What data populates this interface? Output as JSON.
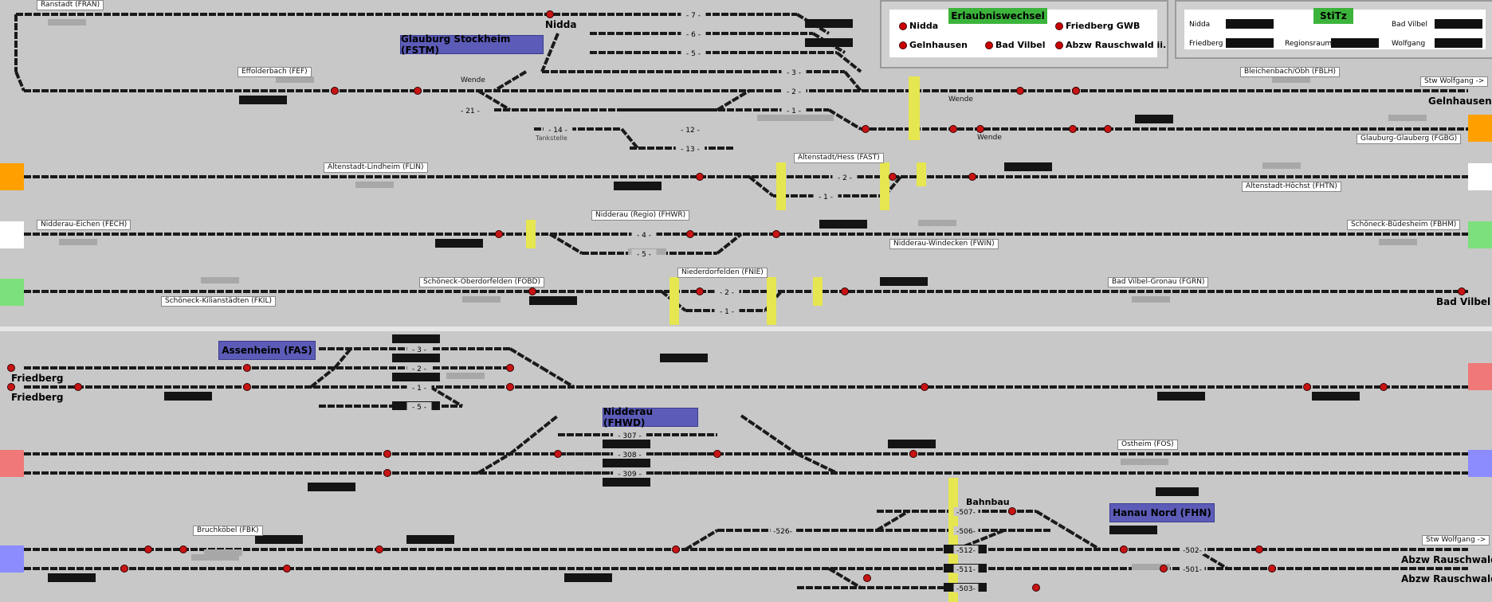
{
  "app": {
    "permission_panel": {
      "title": "Erlaubniswechsel",
      "items": [
        "Nidda",
        "Friedberg GWB",
        "Gelnhausen",
        "Bad Vilbel",
        "Abzw Rauschwald ii."
      ]
    },
    "stitz_panel": {
      "title": "StiTz",
      "items": [
        "Nidda",
        "Bad Vilbel",
        "Friedberg",
        "Regionsraum",
        "Wolfgang"
      ]
    }
  },
  "stations": {
    "upper": [
      {
        "name": "Ranstadt (FRAN)"
      },
      {
        "name": "Glauburg Stockheim (FSTM)"
      },
      {
        "name": "Effolderbach (FEF)"
      },
      {
        "name": "Wende"
      },
      {
        "name": "Bleichenbach/Obh (FBLH)"
      },
      {
        "name": "Stw Wolfgang ->"
      },
      {
        "name": "Glauburg-Glauberg (FGBG)"
      },
      {
        "name": "Altenstadt/Hess (FAST)"
      },
      {
        "name": "Altenstadt-Lindheim (FLIN)"
      },
      {
        "name": "Altenstadt-Höchst (FHTN)"
      },
      {
        "name": "Nidderau (Regio) (FHWR)"
      },
      {
        "name": "Nidderau-Eichen (FECH)"
      },
      {
        "name": "Schöneck-Büdesheim (FBHM)"
      },
      {
        "name": "Nidderau-Windecken (FWIN)"
      },
      {
        "name": "Niederdorfelden (FNIE)"
      },
      {
        "name": "Schöneck-Oberdorfelden (FOBD)"
      },
      {
        "name": "Bad Vilbel-Gronau (FGRN)"
      },
      {
        "name": "Schöneck-Kilianstädten (FKIL)"
      },
      {
        "name": "Tankstelle"
      }
    ],
    "lower": [
      {
        "name": "Assenheim (FAS)"
      },
      {
        "name": "Nidderau (FHWD)"
      },
      {
        "name": "Ostheim (FOS)"
      },
      {
        "name": "Bruchköbel (FBK)"
      },
      {
        "name": "Bahnbau"
      },
      {
        "name": "Hanau Nord (FHN)"
      },
      {
        "name": "Stw Wolfgang ->"
      }
    ]
  },
  "exits": {
    "nidda": "Nidda",
    "gelnhausen": "Gelnhausen",
    "bad_vilbel": "Bad Vilbel",
    "friedberg_1": "Friedberg",
    "friedberg_2": "Friedberg",
    "rauschwald_1": "Abzw Rauschwald",
    "rauschwald_2": "Abzw Rauschwald"
  },
  "track_numbers": {
    "fstm": [
      "- 7 -",
      "- 6 -",
      "- 5 -",
      "- 3 -",
      "- 2 -",
      "- 1 -",
      "- 21 -",
      "- 14 -",
      "- 12 -",
      "- 13 -"
    ],
    "fast": [
      "- 2 -",
      "- 1 -"
    ],
    "fhwr": [
      "- 4 -",
      "- 5 -"
    ],
    "fnie": [
      "- 2 -",
      "- 1 -"
    ],
    "fas": [
      "- 3 -",
      "- 2 -",
      "- 1 -",
      "- 5 -"
    ],
    "fhwd": [
      "- 307 -",
      "- 308 -",
      "- 309 -"
    ],
    "fhn": [
      "-526-",
      "-507-",
      "-506-",
      "-512-",
      "-511-",
      "-503-",
      "-502-",
      "-501-"
    ]
  },
  "colors": {
    "background": "#c8c8c8",
    "track": "#1a1a1a",
    "signal_red": "#c81414",
    "banner": "#5c5cb8",
    "panel_title": "#3cb43c",
    "edge_orange": "#ffa000",
    "edge_green": "#7ce07c",
    "edge_red": "#f07878",
    "edge_blue": "#8c8cff",
    "zone_yellow": "#e6e650"
  }
}
